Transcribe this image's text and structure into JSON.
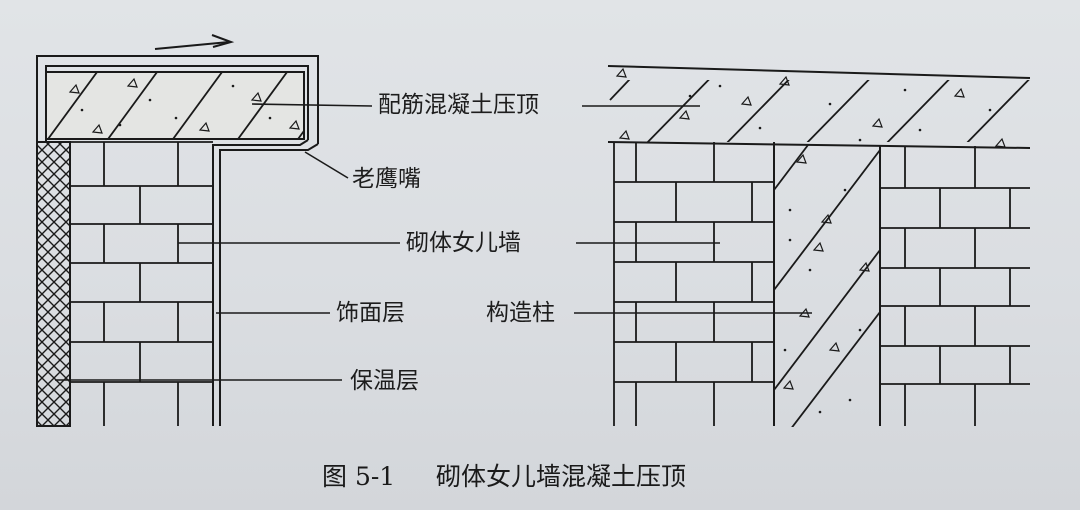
{
  "labels": {
    "coping": "配筋混凝土压顶",
    "drip_edge": "老鹰嘴",
    "parapet": "砌体女儿墙",
    "finish_layer": "饰面层",
    "insulation": "保温层",
    "tie_column": "构造柱"
  },
  "caption": {
    "number": "图 5-1",
    "title": "砌体女儿墙混凝土压顶"
  }
}
